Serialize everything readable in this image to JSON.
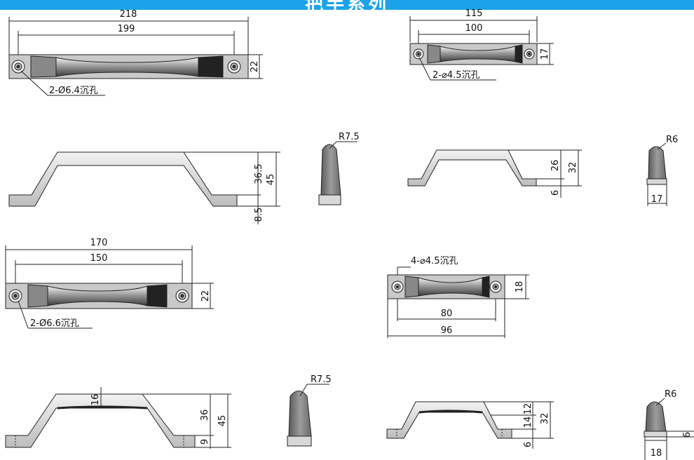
{
  "banner": {
    "text": "把手系列",
    "color": "#1aa3e8"
  },
  "views": {
    "h1_top": {
      "overall": "218",
      "hole_span": "199",
      "height": "22",
      "holes": "2-Ø6.4沉孔"
    },
    "h2_top": {
      "overall": "115",
      "hole_span": "100",
      "height": "17",
      "holes": "2-⌀4.5沉孔"
    },
    "h1_side": {
      "d1": "36.5",
      "d2": "45",
      "d3": "8.5",
      "radius": "R7.5"
    },
    "h2_side": {
      "d1": "26",
      "d2": "32",
      "d3": "6",
      "radius": "R6",
      "width": "17"
    },
    "h3_top": {
      "overall": "170",
      "hole_span": "150",
      "height": "22",
      "holes": "2-Ø6.6沉孔"
    },
    "h4_top": {
      "holes": "4-⌀4.5沉孔",
      "height": "18",
      "hole_span": "80",
      "overall": "96"
    },
    "h3_side": {
      "thickness": "16",
      "d1": "36",
      "d2": "45",
      "d3": "9",
      "radius": "R7.5"
    },
    "h4_side": {
      "d1": "14",
      "d2": "12",
      "d3": "32",
      "d4": "6",
      "radius": "R6",
      "width": "18",
      "base": "6"
    }
  }
}
